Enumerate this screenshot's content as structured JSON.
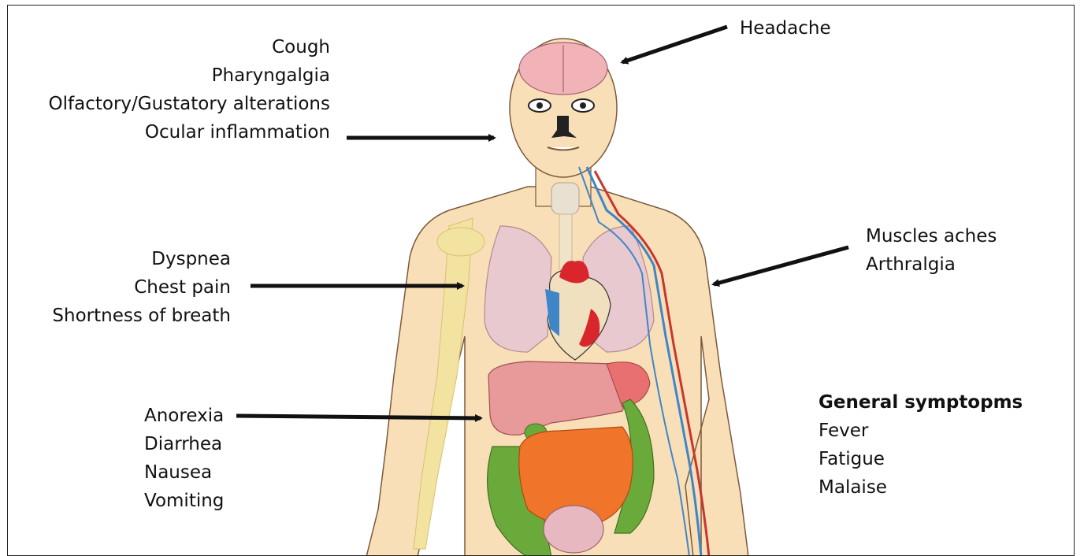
{
  "groups": {
    "head": [
      "Cough",
      "Pharyngalgia",
      "Olfactory/Gustatory alterations",
      "Ocular inflammation"
    ],
    "headache": [
      "Headache"
    ],
    "chest": [
      "Dyspnea",
      "Chest pain",
      "Shortness of breath"
    ],
    "muscles": [
      "Muscles aches",
      "Arthralgia"
    ],
    "gi": [
      "Anorexia",
      "Diarrhea",
      "Nausea",
      "Vomiting"
    ],
    "general": {
      "title": "General symptopms",
      "items": [
        "Fever",
        "Fatigue",
        "Malaise"
      ]
    }
  },
  "colors": {
    "skin": "#f9dfb8",
    "skeleton": "#f2e3a0",
    "lung": "#e8c9cf",
    "heart": "#d8262c",
    "liver": "#e89a9a",
    "intestine_small": "#f0742a",
    "intestine_large": "#6aaa3a",
    "vein": "#3f86c8",
    "artery": "#c8362e",
    "arrow": "#111111"
  }
}
